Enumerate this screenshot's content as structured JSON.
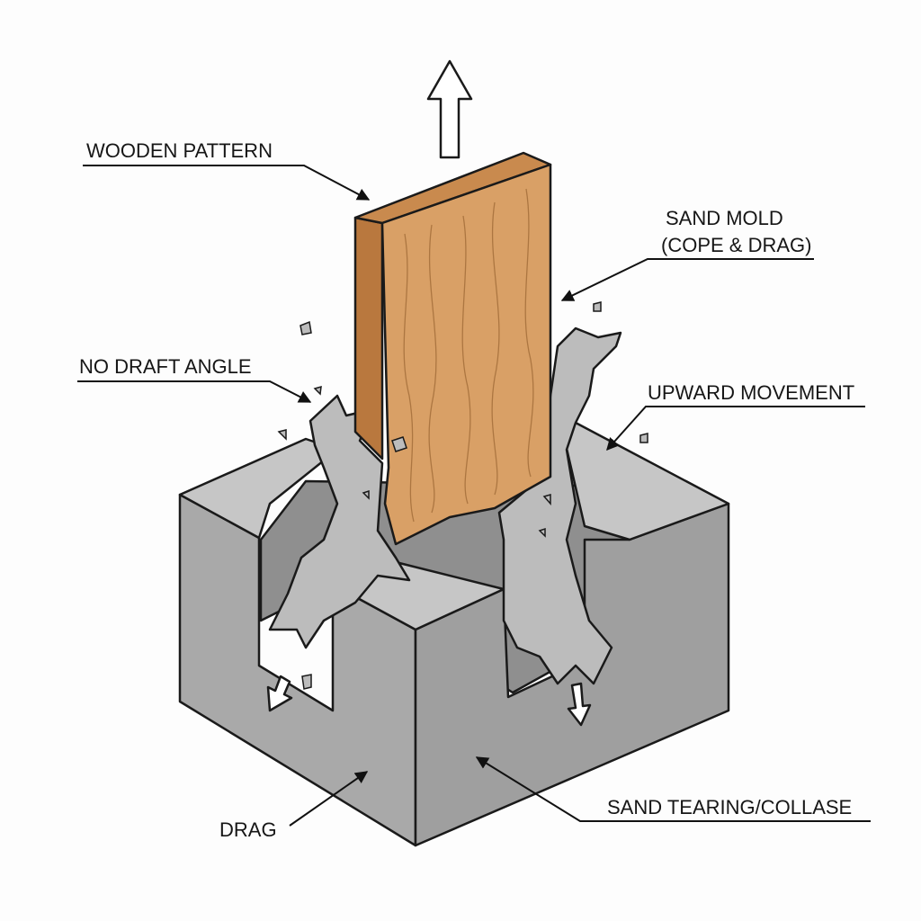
{
  "title": "Wooden pattern pulled from a sand mold with no draft angle",
  "labels": {
    "wooden_pattern": "WOODEN PATTERN",
    "sand_mold_line1": "SAND MOLD",
    "sand_mold_line2": "(COPE & DRAG)",
    "no_draft_angle": "NO DRAFT ANGLE",
    "upward_movement": "UPWARD MOVEMENT",
    "sand_tearing": "SAND TEARING/COLLASE",
    "drag": "DRAG"
  },
  "colors": {
    "wood_front": "#d9a066",
    "wood_side": "#b9783e",
    "sand_top": "#c6c6c6",
    "sand_face_left": "#a9a9a9",
    "sand_face_right": "#9f9f9f",
    "cavity": "#8f8f8f"
  }
}
